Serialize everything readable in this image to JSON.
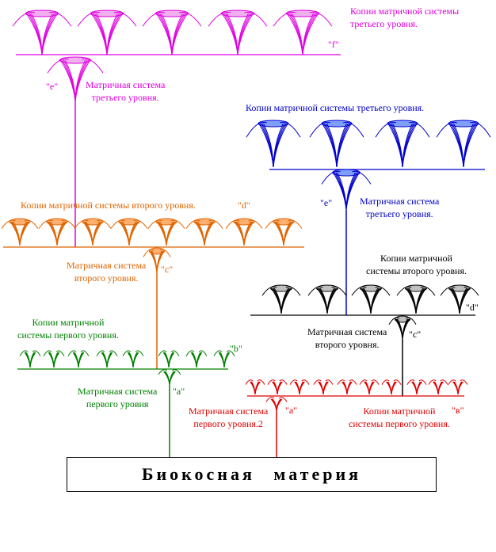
{
  "labels": {
    "magenta_copies": "Копии матричной системы\nтретьего уровня.",
    "magenta_f": "\"f\"",
    "magenta_e": "\"e\"",
    "magenta_system": "Матричная система\nтретьего уровня.",
    "blue_copies": "Копии матричной  системы третьего уровня.",
    "blue_e": "\"e\"",
    "blue_system": "Матричная система\nтретьего уровня.",
    "orange_copies": "Копии  матричной системы второго  уровня.",
    "orange_d": "\"d\"",
    "orange_system": "Матричная система\nвторого уровня.",
    "orange_c": "\"c\"",
    "black_copies": "Копии матричной\nсистемы второго уровня.",
    "black_d": "\"d\"",
    "black_system": "Матричная система\nвторого уровня.",
    "black_c": "\"c\"",
    "green_copies": "Копии матричной\nсистемы первого уровня.",
    "green_b": "\"b\"",
    "green_system": "Матричная система\nпервого уровня",
    "green_a": "\"a\"",
    "red_system": "Матричная система\nпервого уровня.2",
    "red_a": "\"a\"",
    "red_copies": "Копии матричной\nсистемы первого уровня.",
    "red_b": "\"в\"",
    "base": "Биокосная  материя"
  },
  "colors": {
    "magenta": "#e000e0",
    "blue": "#0000cc",
    "blue_fill": "#7f9fff",
    "orange": "#e06400",
    "orange_fill": "#ffb070",
    "green": "#008000",
    "black": "#000000",
    "black_fill": "#c0c0c0",
    "red": "#e00000",
    "magenta_fill": "#f0b0f0"
  }
}
